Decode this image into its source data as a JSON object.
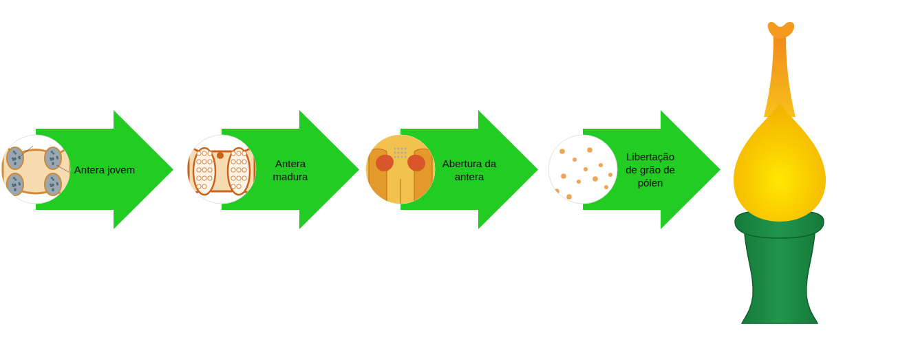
{
  "diagram": {
    "nodes": [
      {
        "text": [
          "Antera jovem"
        ]
      },
      {
        "text": [
          "Antera madura"
        ]
      },
      {
        "text": [
          "Abertura da antera"
        ]
      },
      {
        "text": [
          "Libertação de grão de pólen"
        ]
      }
    ]
  }
}
